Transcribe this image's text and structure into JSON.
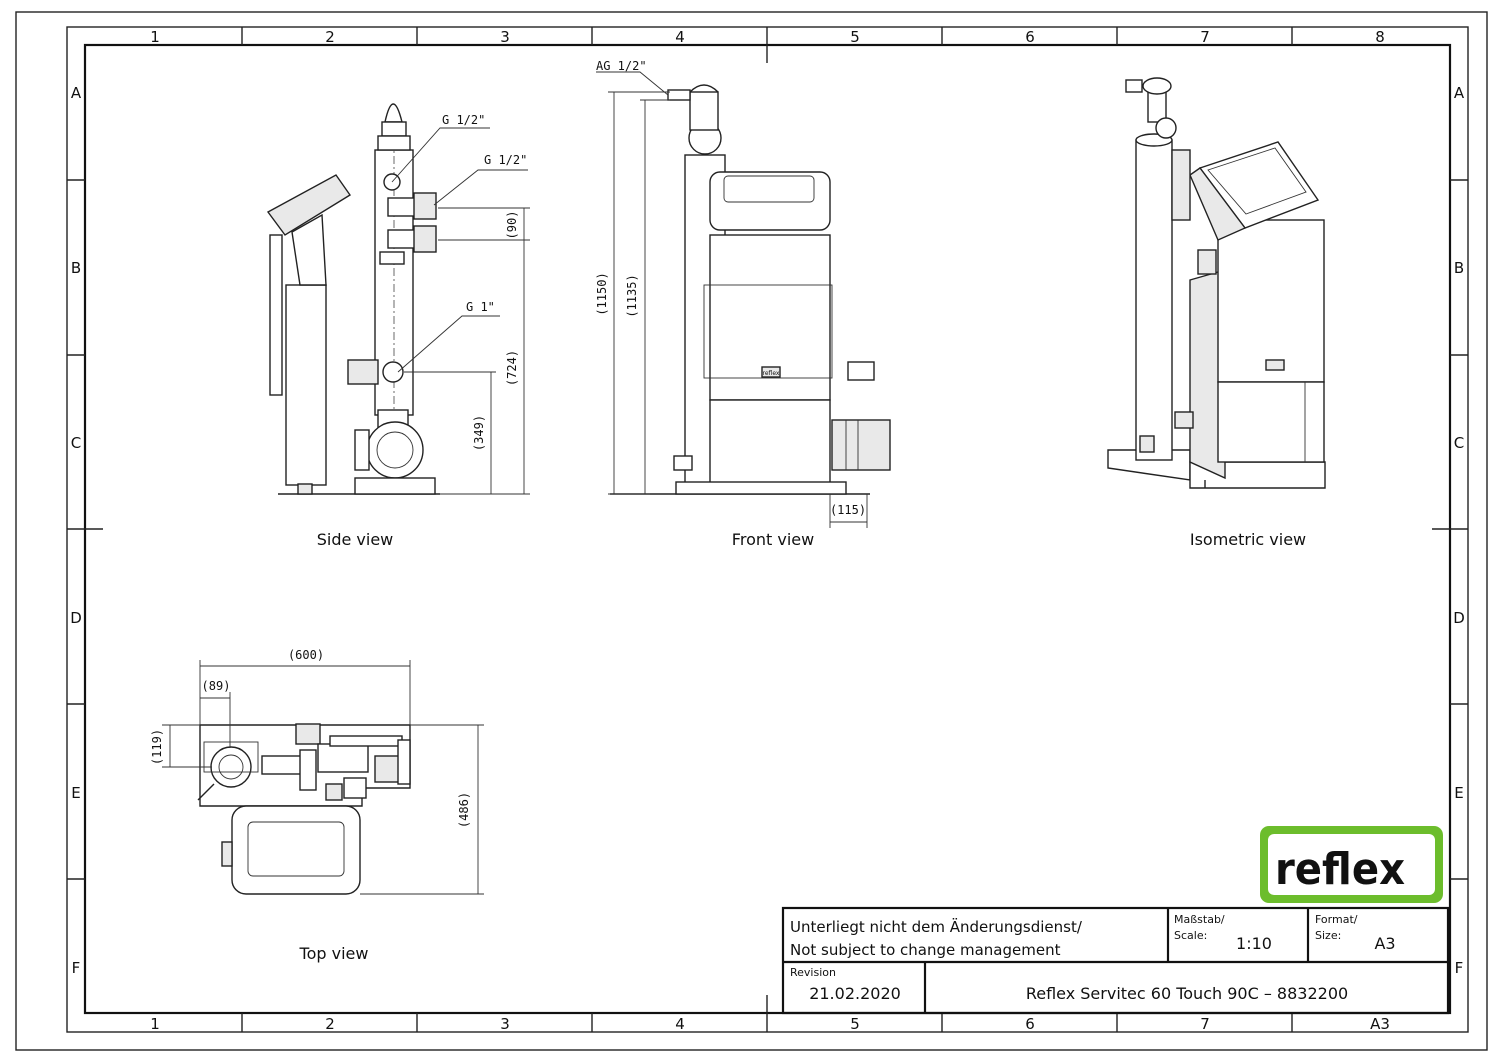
{
  "drawing": {
    "views": {
      "side": "Side view",
      "front": "Front view",
      "isometric": "Isometric view",
      "top": "Top view"
    },
    "callouts": {
      "side_top": "G 1/2\"",
      "side_mid": "G 1/2\"",
      "side_low": "G 1\"",
      "front_top": "AG 1/2\""
    },
    "dimensions": {
      "side_90": "(90)",
      "side_724": "(724)",
      "side_349": "(349)",
      "front_1150": "(1150)",
      "front_1135": "(1135)",
      "front_115": "(115)",
      "top_600": "(600)",
      "top_89": "(89)",
      "top_119": "(119)",
      "top_486": "(486)"
    },
    "plate_label": "reflex"
  },
  "frame": {
    "columns": [
      "1",
      "2",
      "3",
      "4",
      "5",
      "6",
      "7",
      "8"
    ],
    "bottom_columns": [
      "1",
      "2",
      "3",
      "4",
      "5",
      "6",
      "7",
      "A3"
    ],
    "rows": [
      "A",
      "B",
      "C",
      "D",
      "E",
      "F"
    ]
  },
  "title_block": {
    "note_de": "Unterliegt nicht dem Änderungsdienst/",
    "note_en": "Not subject to change management",
    "scale_label_de": "Maßstab/",
    "scale_label_en": "Scale:",
    "scale": "1:10",
    "format_label_de": "Format/",
    "format_label_en": "Size:",
    "format": "A3",
    "revision_label": "Revision",
    "revision": "21.02.2020",
    "product": "Reflex Servitec 60 Touch 90C – 8832200"
  },
  "logo": {
    "text": "reflex",
    "color": "#6cbd2c",
    "text_color": "#111111"
  }
}
